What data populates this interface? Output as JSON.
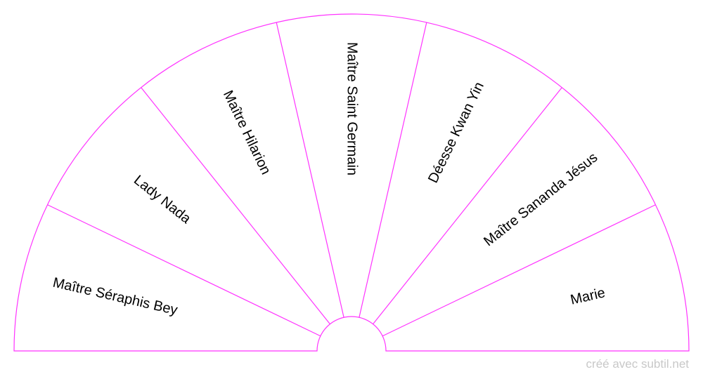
{
  "diagram": {
    "type": "semicircle-pendulum-chart",
    "colors": {
      "line": "#ff33ff",
      "text": "#000000",
      "credit": "#c8c8c8",
      "background": "#ffffff"
    },
    "sectors": [
      {
        "label": "Maître Séraphis Bey"
      },
      {
        "label": "Lady Nada"
      },
      {
        "label": "Maître Hilarion"
      },
      {
        "label": "Maître Saint Germain"
      },
      {
        "label": "Déesse Kwan Yin"
      },
      {
        "label": "Maître Sananda Jésus"
      },
      {
        "label": "Marie"
      }
    ]
  },
  "credit": "créé avec subtil.net"
}
